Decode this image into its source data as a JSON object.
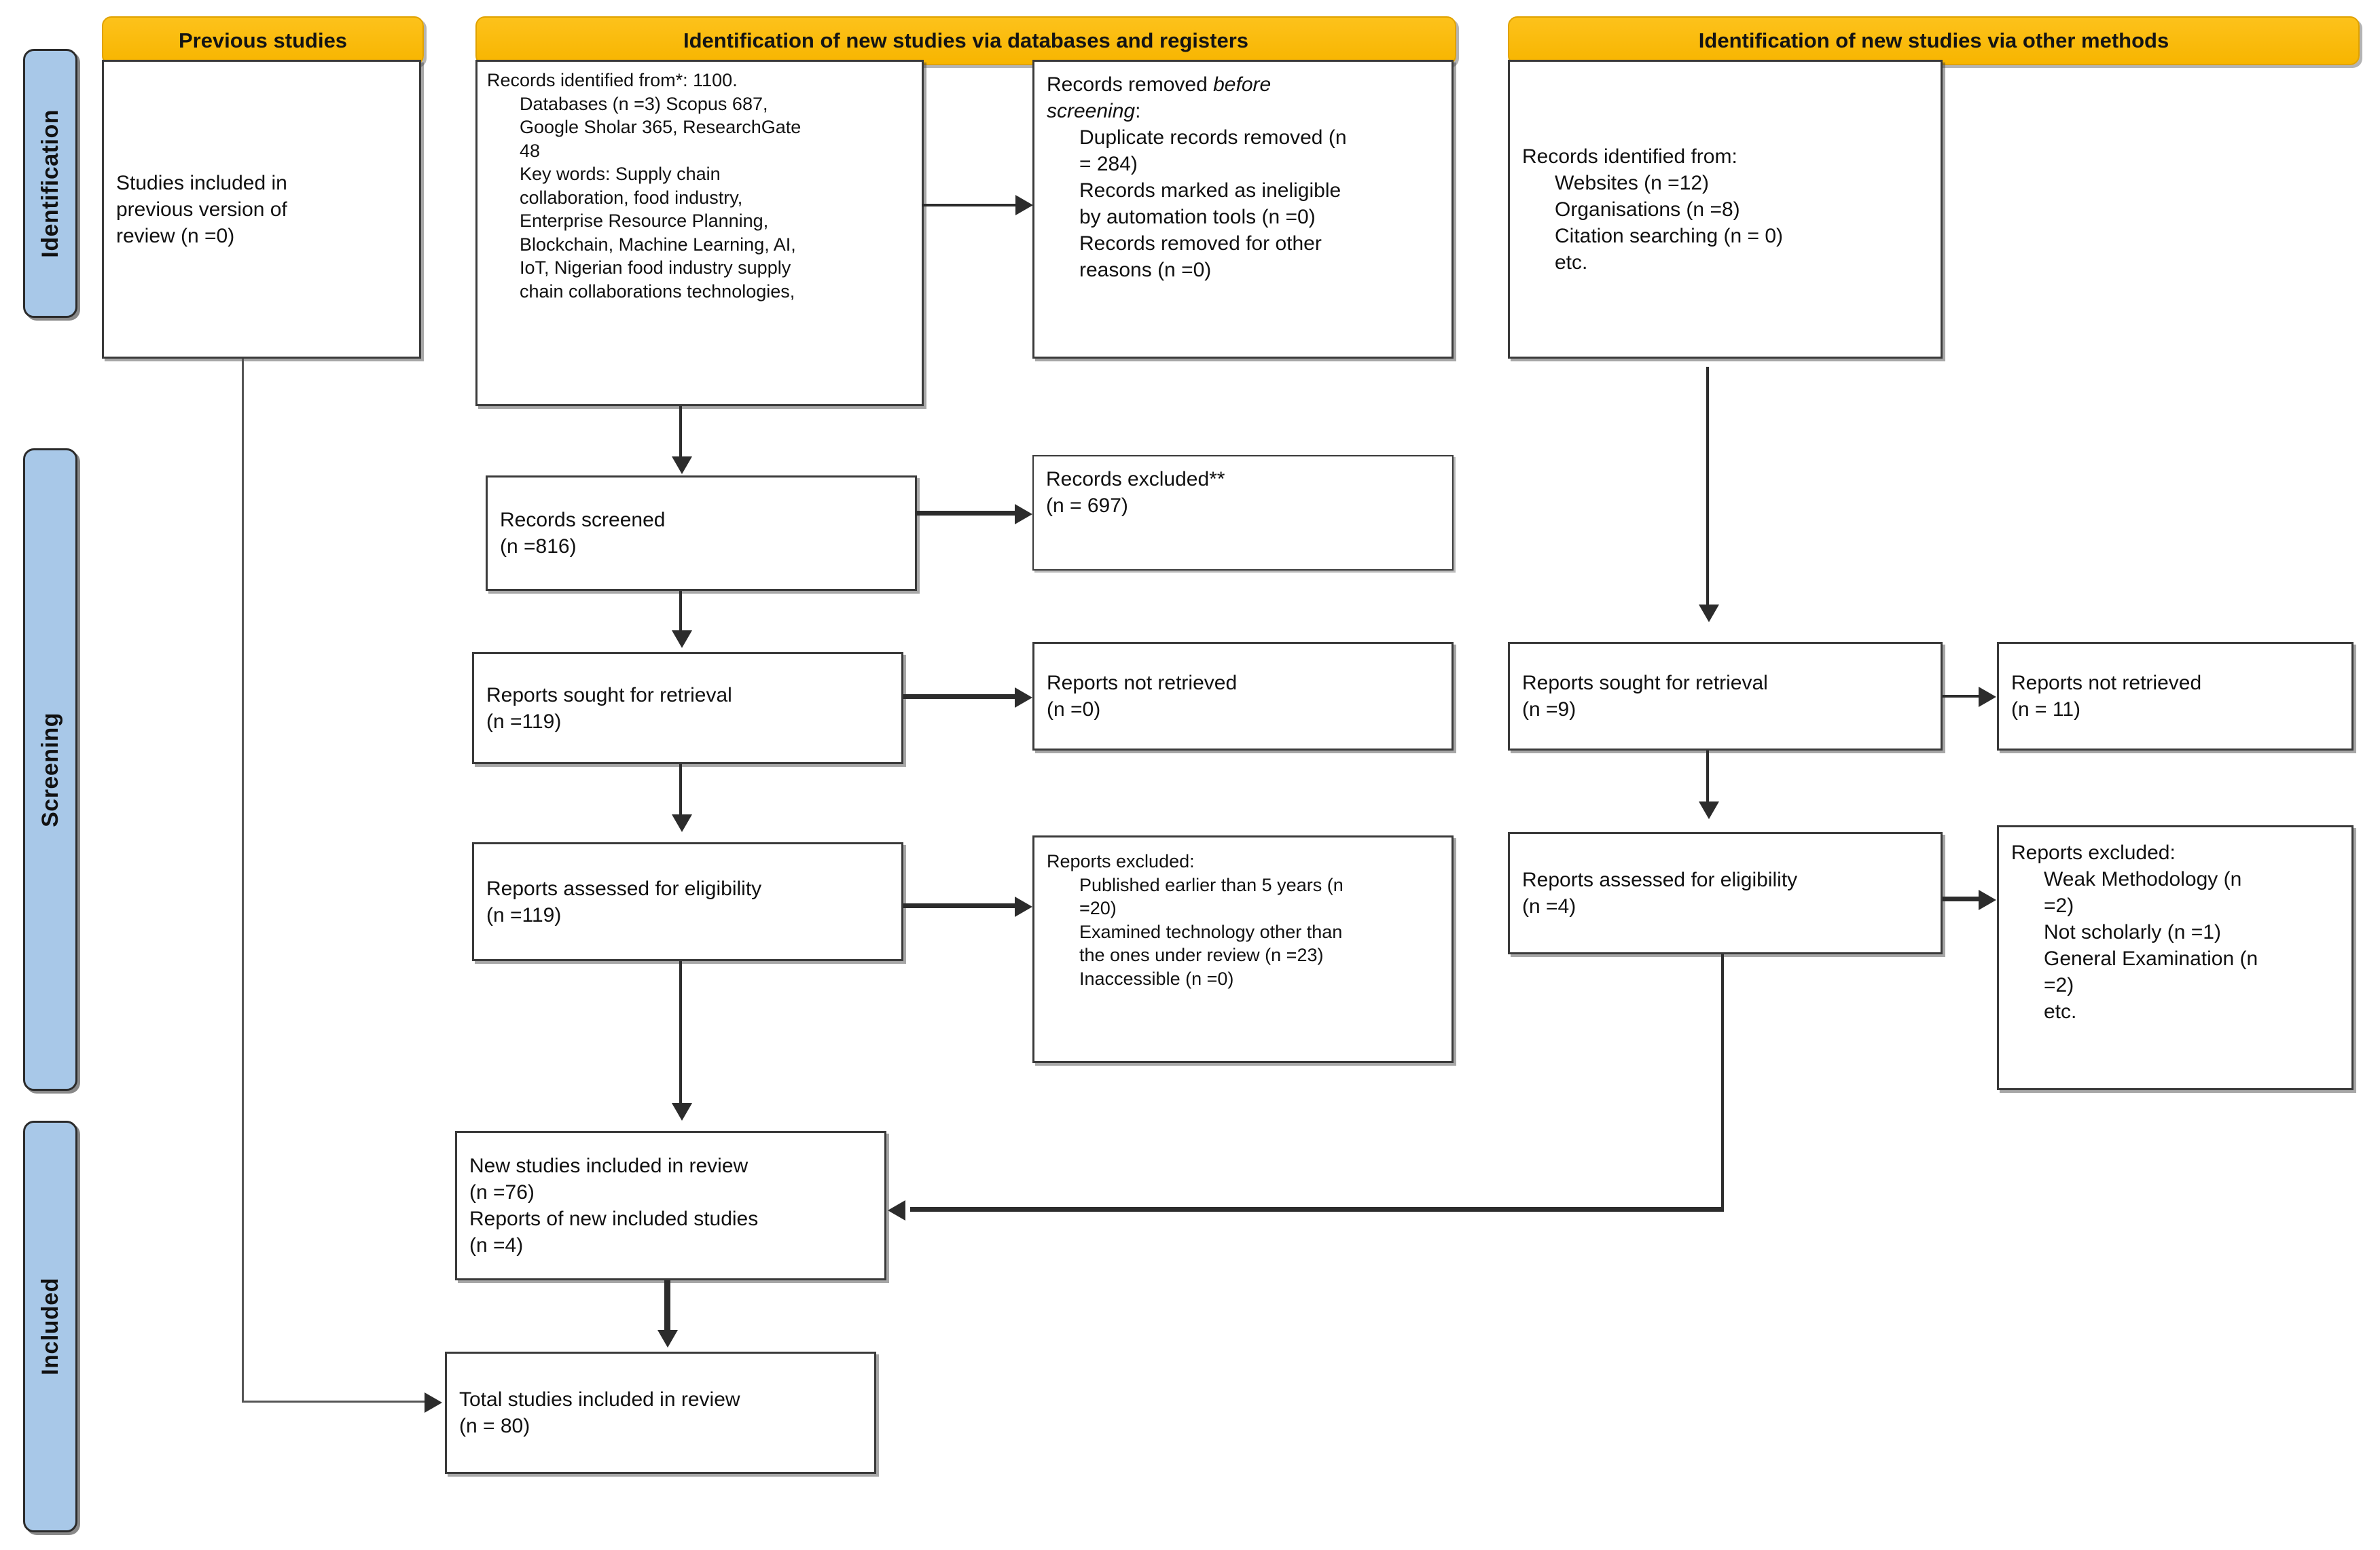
{
  "diagram": {
    "title": "PRISMA 2020 flow diagram for updated systematic reviews",
    "accent_orange": "#FCB813",
    "accent_blue": "#A8C8E8",
    "line_color": "#2C2C2C"
  },
  "phases": [
    {
      "label": "Identification"
    },
    {
      "label": "Screening"
    },
    {
      "label": "Included"
    }
  ],
  "headers": {
    "previous": "Previous studies",
    "databases": "Identification of new studies via databases and registers",
    "other": "Identification of new studies via other methods"
  },
  "boxes": {
    "previous_studies": {
      "lines": [
        "Studies included in",
        "previous version of",
        "review (n =0)"
      ]
    },
    "records_identified": {
      "lines": [
        {
          "text": "Records identified from*: 1100.",
          "indent": false
        },
        {
          "text": "Databases (n =3) Scopus 687,",
          "indent": true
        },
        {
          "text": "Google Sholar 365, ResearchGate",
          "indent": true
        },
        {
          "text": "48",
          "indent": true
        },
        {
          "text": "Key words: Supply chain",
          "indent": true
        },
        {
          "text": "collaboration, food industry,",
          "indent": true
        },
        {
          "text": "Enterprise Resource Planning,",
          "indent": true
        },
        {
          "text": "Blockchain, Machine Learning, AI,",
          "indent": true
        },
        {
          "text": "",
          "indent": true
        },
        {
          "text": "IoT, Nigerian food industry supply",
          "indent": true
        },
        {
          "text": "chain collaborations technologies,",
          "indent": true
        }
      ]
    },
    "records_removed": {
      "title_a": "Records removed ",
      "title_b": "before",
      "title_c": "screening",
      "title_d": ":",
      "items": [
        "Duplicate records removed (n",
        "= 284)",
        "Records marked as ineligible",
        "by automation tools (n =0)",
        "Records removed for other",
        "reasons (n =0)"
      ]
    },
    "records_identified_other": {
      "title": "Records identified from:",
      "items": [
        "Websites (n =12)",
        "Organisations (n =8)",
        "Citation searching (n = 0)",
        "etc."
      ]
    },
    "records_screened": {
      "line1": "Records screened",
      "line2": "(n =816)"
    },
    "records_excluded": {
      "line1": "Records excluded**",
      "line2": "(n = 697)"
    },
    "reports_sought_db": {
      "line1": "Reports sought for retrieval",
      "line2": "(n =119)"
    },
    "reports_not_retrieved_db": {
      "line1": "Reports not retrieved",
      "line2": "(n =0)"
    },
    "reports_sought_other": {
      "line1": "Reports sought for retrieval",
      "line2": "(n =9)"
    },
    "reports_not_retrieved_other": {
      "line1": "Reports not retrieved",
      "line2": "(n = 11)"
    },
    "reports_assessed_db": {
      "line1": "Reports assessed for eligibility",
      "line2": "(n =119)"
    },
    "reports_excluded_db": {
      "title": "Reports excluded:",
      "items": [
        "Published earlier than 5 years (n",
        "=20)",
        "Examined technology other than",
        "the ones under review (n =23)",
        "Inaccessible (n =0)"
      ]
    },
    "reports_assessed_other": {
      "line1": "Reports assessed for eligibility",
      "line2": "(n =4)"
    },
    "reports_excluded_other": {
      "title": "Reports excluded:",
      "items": [
        "Weak Methodology (n",
        "=2)",
        "Not scholarly (n =1)",
        "General Examination (n",
        "=2)",
        "etc."
      ]
    },
    "new_studies_included": {
      "line1": "New studies included in review",
      "line2": "(n =76)",
      "line3": "Reports of new included studies",
      "line4": "(n =4)"
    },
    "total_studies_included": {
      "line1": "Total studies included in review",
      "line2": "(n = 80)"
    }
  }
}
